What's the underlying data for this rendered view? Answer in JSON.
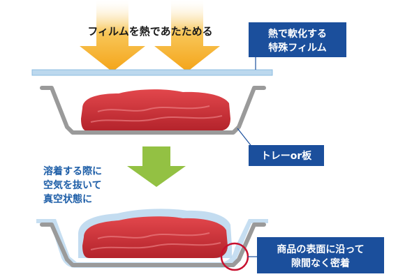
{
  "labels": {
    "heat_caption": "フィルムを熱であたためる",
    "film_callout": [
      "熱で軟化する",
      "特殊フィルム"
    ],
    "tray_callout": "トレーor板",
    "vacuum_note": [
      "溶着する際に",
      "空気を抜いて",
      "真空状態に"
    ],
    "seal_callout": [
      "商品の表面に沿って",
      "隙間なく密着"
    ]
  },
  "colors": {
    "heat_arrow_top": "#f4a418",
    "heat_arrow_bottom": "#fde8b0",
    "process_arrow": "#93c143",
    "film": "#bcd8ee",
    "film_stroke": "#8cbde0",
    "tray": "#9a9a9a",
    "callout_box": "#1b4f9c",
    "callout_line": "#1b4f9c",
    "meat": "#d9323a",
    "meat_dark": "#b01e28",
    "highlight_circle": "#c8102e",
    "note_text": "#1f5fa8"
  },
  "icons": {
    "heat_arrows": "down-arrow-icon",
    "process_arrow": "down-arrow-icon"
  }
}
